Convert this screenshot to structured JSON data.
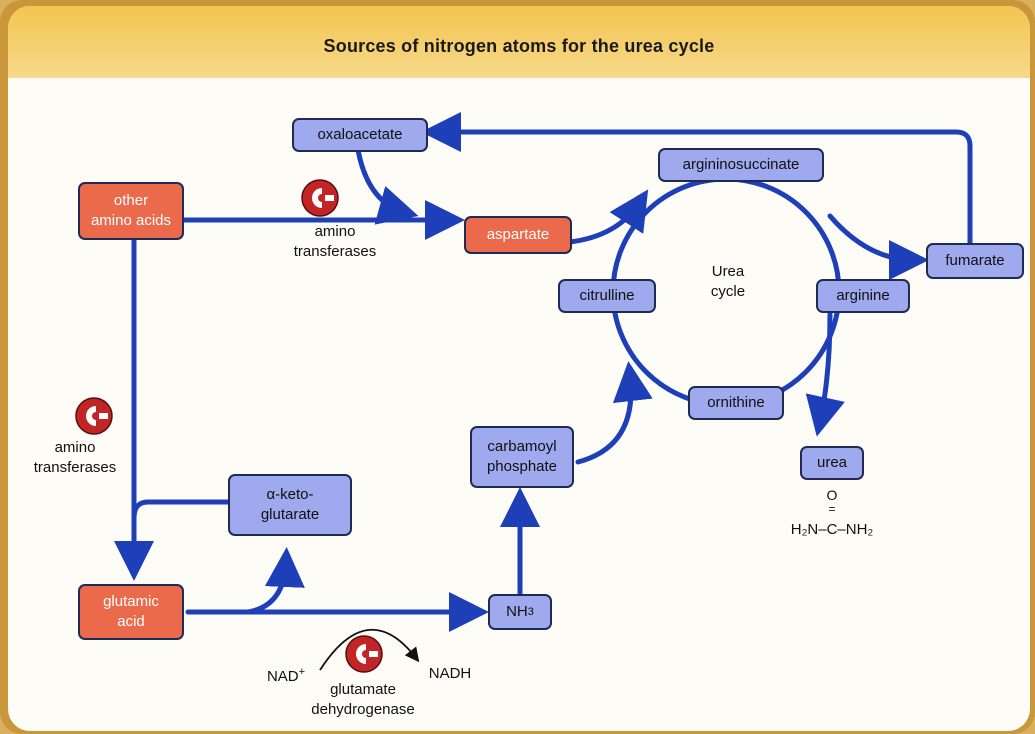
{
  "title": "Sources of nitrogen atoms for the urea cycle",
  "colors": {
    "arrow": "#1d3fb8",
    "blue_box": "#9fa9ee",
    "red_box": "#ec6a4c",
    "header": "#f3c450"
  },
  "nodes": {
    "oxaloacetate": "oxaloacetate",
    "other_amino_acids_1": "other",
    "other_amino_acids_2": "amino acids",
    "aspartate": "aspartate",
    "argininosuccinate": "argininosuccinate",
    "fumarate": "fumarate",
    "citrulline": "citrulline",
    "arginine": "arginine",
    "ornithine": "ornithine",
    "urea": "urea",
    "carbamoyl_1": "carbamoyl",
    "carbamoyl_2": "phosphate",
    "alpha_keto_1": "α-keto-",
    "alpha_keto_2": "glutarate",
    "glutamic_1": "glutamic",
    "glutamic_2": "acid",
    "nh3": "NH",
    "nh3_sub": "3"
  },
  "labels": {
    "cycle_1": "Urea",
    "cycle_2": "cycle",
    "amino_transferases_top_1": "amino",
    "amino_transferases_top_2": "transferases",
    "amino_transferases_left_1": "amino",
    "amino_transferases_left_2": "transferases",
    "nad": "NAD",
    "nad_sup": "+",
    "nadh": "NADH",
    "glu_dh_1": "glutamate",
    "glu_dh_2": "dehydrogenase",
    "urea_formula_o": "O",
    "urea_formula_dbl": "=",
    "urea_formula": "H₂N–C–NH₂"
  },
  "icons": [
    "enzyme-icon",
    "enzyme-icon",
    "enzyme-icon"
  ]
}
